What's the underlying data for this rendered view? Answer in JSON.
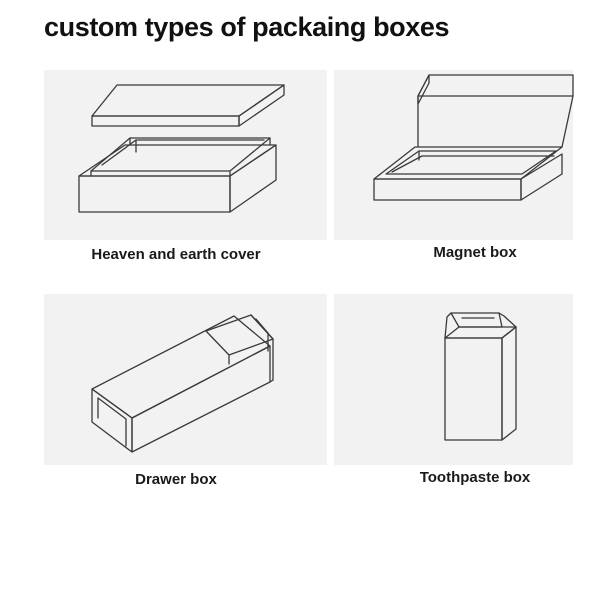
{
  "title": "custom types of packaing boxes",
  "boxes": [
    {
      "label": "Heaven and earth cover",
      "icon": "heaven-and-earth-cover-box-icon"
    },
    {
      "label": "Magnet box",
      "icon": "magnet-box-icon"
    },
    {
      "label": "Drawer box",
      "icon": "drawer-box-icon"
    },
    {
      "label": "Toothpaste box",
      "icon": "toothpaste-box-icon"
    }
  ],
  "colors": {
    "background": "#ffffff",
    "card_background": "#f2f2f2",
    "line": "#3a3a3a",
    "text": "#111111"
  }
}
